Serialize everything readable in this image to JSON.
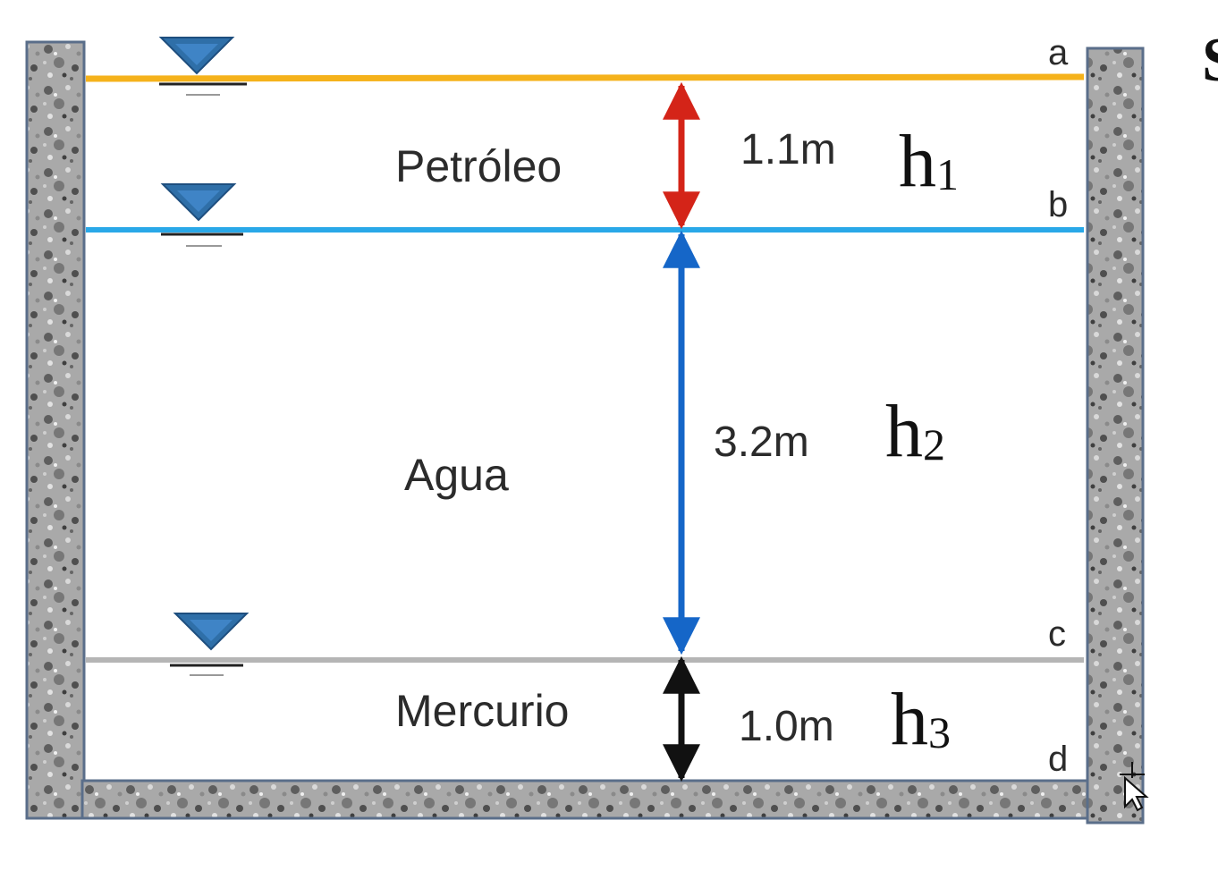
{
  "fluids": {
    "oil": "Petróleo",
    "water": "Agua",
    "mercury": "Mercurio"
  },
  "dimensions": {
    "h1_value": "1.1m",
    "h2_value": "3.2m",
    "h3_value": "1.0m"
  },
  "heights": {
    "h1_letter": "h",
    "h1_sub": "1",
    "h2_letter": "h",
    "h2_sub": "2",
    "h3_letter": "h",
    "h3_sub": "3"
  },
  "points": {
    "a": "a",
    "b": "b",
    "c": "c",
    "d": "d"
  },
  "edge_text": "S",
  "colors": {
    "oil_surface": "#F5B21B",
    "water_surface": "#29A8E8",
    "mercury_surface": "#B5B5B5",
    "h1_arrow": "#D42418",
    "h2_arrow": "#1566C8",
    "h3_arrow": "#111111",
    "level_marker": "#2F6FA8",
    "wall_base": "#A9A9A9"
  },
  "icons": {
    "level_marker": "water-level-triangle-icon",
    "cursor": "move-cursor-icon"
  }
}
